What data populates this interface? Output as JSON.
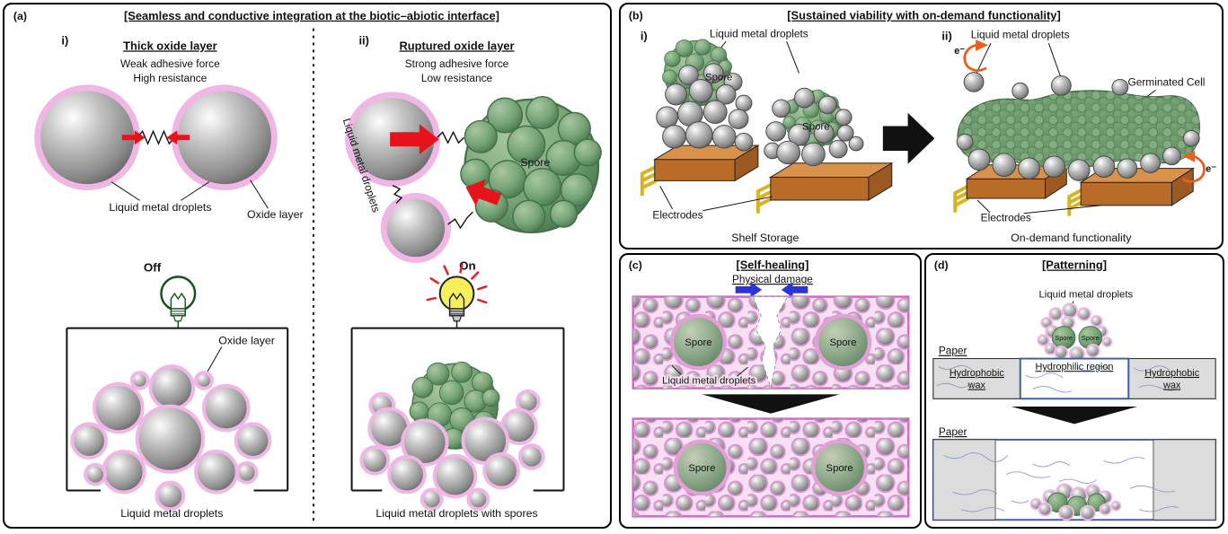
{
  "panel_a": {
    "tag": "(a)",
    "title": "[Seamless and conductive integration at the biotic–abiotic interface]",
    "i_label": "i)",
    "i_heading": "Thick oxide layer",
    "i_force": "Weak adhesive force",
    "i_resistance": "High resistance",
    "i_droplets": "Liquid metal droplets",
    "i_oxide": "Oxide layer",
    "ii_label": "ii)",
    "ii_heading": "Ruptured oxide layer",
    "ii_force": "Strong adhesive force",
    "ii_resistance": "Low resistance",
    "ii_droplets": "Liquid metal droplets",
    "ii_spore": "Spore",
    "off_label": "Off",
    "off_oxide": "Oxide layer",
    "off_caption": "Liquid metal droplets",
    "on_label": "On",
    "on_caption": "Liquid metal droplets with spores"
  },
  "panel_b": {
    "tag": "(b)",
    "title": "[Sustained viability with on-demand functionality]",
    "i_label": "i)",
    "i_droplets": "Liquid metal droplets",
    "i_spore1": "Spore",
    "i_spore2": "Spore",
    "i_electrodes": "Electrodes",
    "i_caption": "Shelf Storage",
    "ii_label": "ii)",
    "ii_droplets": "Liquid metal droplets",
    "ii_germinated": "Germinated Cell",
    "ii_electrodes": "Electrodes",
    "ii_caption": "On-demand functionality",
    "ii_e1": "e⁻",
    "ii_e2": "e⁻"
  },
  "panel_c": {
    "tag": "(c)",
    "title": "[Self-healing]",
    "damage": "Physical damage",
    "top_spore1": "Spore",
    "top_spore2": "Spore",
    "droplets": "Liquid metal droplets",
    "bottom_spore1": "Spore",
    "bottom_spore2": "Spore"
  },
  "panel_d": {
    "tag": "(d)",
    "title": "[Patterning]",
    "droplets": "Liquid metal droplets",
    "spore1": "Spore",
    "spore2": "Spore",
    "paper_top": "Paper",
    "wax_left_1": "Hydrophobic",
    "wax_left_2": "wax",
    "hydrophilic": "Hydrophilic region",
    "wax_right_1": "Hydrophobic",
    "wax_right_2": "wax",
    "paper_bottom": "Paper"
  },
  "colors": {
    "oxide_pink": "#efb6e6",
    "droplet_gray": "#8a8a8a",
    "spore_green": "#6d9b6e",
    "electrode_orange": "#c8762f",
    "red_arrow": "#e8121a",
    "blue_arrow": "#2b35d6",
    "bulb_on_yellow": "#f6ee5a",
    "bulb_off_green": "#17501f",
    "electron_orange": "#e8601e",
    "paper_fiber_blue": "#8a97c4",
    "hydrophilic_border": "#3a5fa8"
  }
}
